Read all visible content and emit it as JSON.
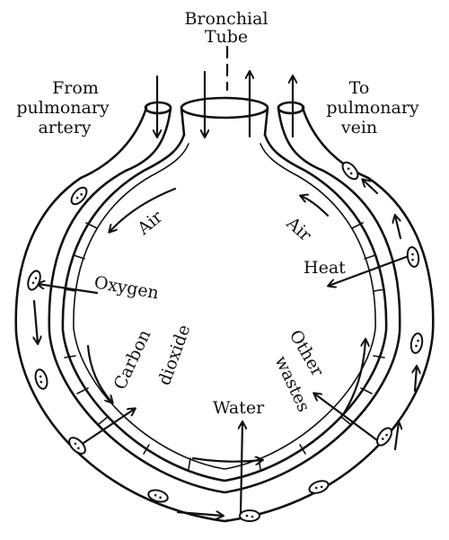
{
  "labels": {
    "bronchial_line1": "Bronchial",
    "bronchial_line2": "Tube",
    "from_line1": "From",
    "from_line2": "pulmonary",
    "from_line3": "artery",
    "to_line1": "To",
    "to_line2": "pulmonary",
    "to_line3": "vein",
    "air_left": "Air",
    "air_right": "Air",
    "oxygen": "Oxygen",
    "heat": "Heat",
    "carbon": "Carbon",
    "dioxide": "dioxide",
    "other": "Other",
    "wastes": "wastes",
    "water": "Water"
  }
}
